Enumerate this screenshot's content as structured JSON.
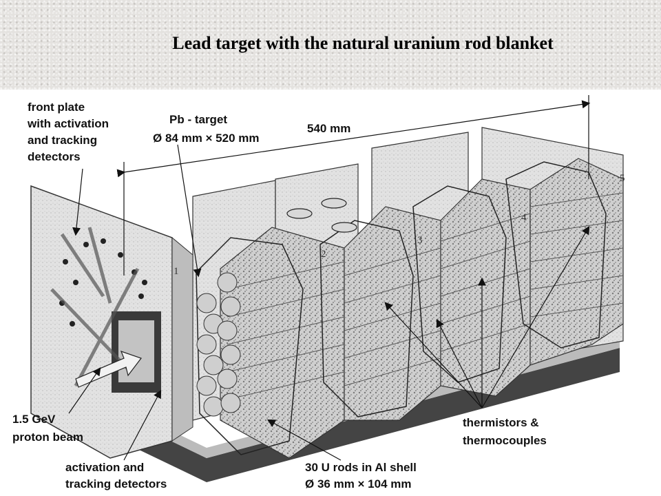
{
  "title": "Lead target with the natural uranium rod blanket",
  "labels": {
    "front_plate": [
      "front plate",
      "with activation",
      "and tracking",
      "detectors"
    ],
    "pb_target": [
      "Pb - target",
      "Ø 84 mm × 520 mm"
    ],
    "length": "540 mm",
    "proton_beam": [
      "1.5 GeV",
      "proton beam"
    ],
    "activation": [
      "activation and",
      "tracking detectors"
    ],
    "u_rods": [
      "30 U rods in Al shell",
      "Ø 36 mm × 104 mm"
    ],
    "thermistors": [
      "thermistors &",
      "thermocouples"
    ]
  },
  "section_numbers": [
    "1",
    "2",
    "3",
    "4",
    "5"
  ]
}
